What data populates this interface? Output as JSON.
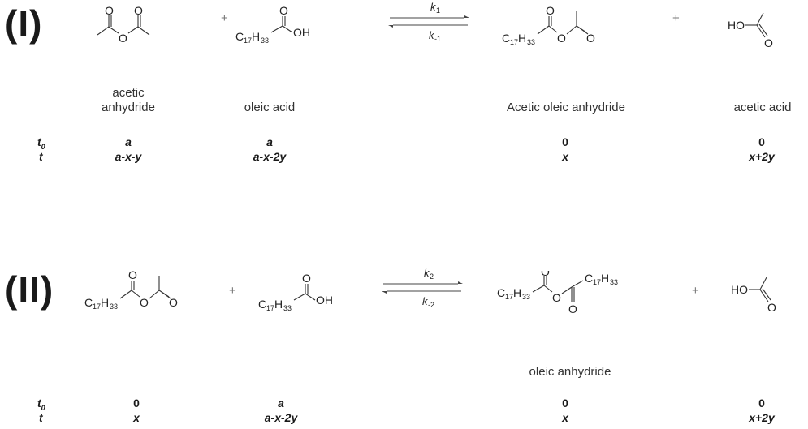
{
  "reaction1": {
    "label": "(I)",
    "rate_forward": "k",
    "rate_forward_sub": "1",
    "rate_reverse": "k",
    "rate_reverse_sub": "-1",
    "reactant1_name_line1": "acetic",
    "reactant1_name_line2": "anhydride",
    "reactant2_name": "oleic acid",
    "product1_name": "Acetic oleic anhydride",
    "product2_name": "acetic acid",
    "plus": "+",
    "row_t0": "t",
    "row_t0_sub": "0",
    "row_t": "t",
    "t0_values": [
      "a",
      "a",
      "0",
      "0"
    ],
    "t_values": [
      "a-x-y",
      "a-x-2y",
      "x",
      "x+2y"
    ]
  },
  "reaction2": {
    "label": "(II)",
    "rate_forward": "k",
    "rate_forward_sub": "2",
    "rate_reverse": "k",
    "rate_reverse_sub": "-2",
    "product1_name": "oleic anhydride",
    "plus": "+",
    "row_t0": "t",
    "row_t0_sub": "0",
    "row_t": "t",
    "t0_values": [
      "0",
      "a",
      "0",
      "0"
    ],
    "t_values": [
      "x",
      "a-x-2y",
      "x",
      "x+2y"
    ]
  },
  "atoms": {
    "O": "O",
    "OH": "OH",
    "HO": "HO",
    "C": "C",
    "H": "H",
    "c17": "17",
    "h33": "33"
  }
}
